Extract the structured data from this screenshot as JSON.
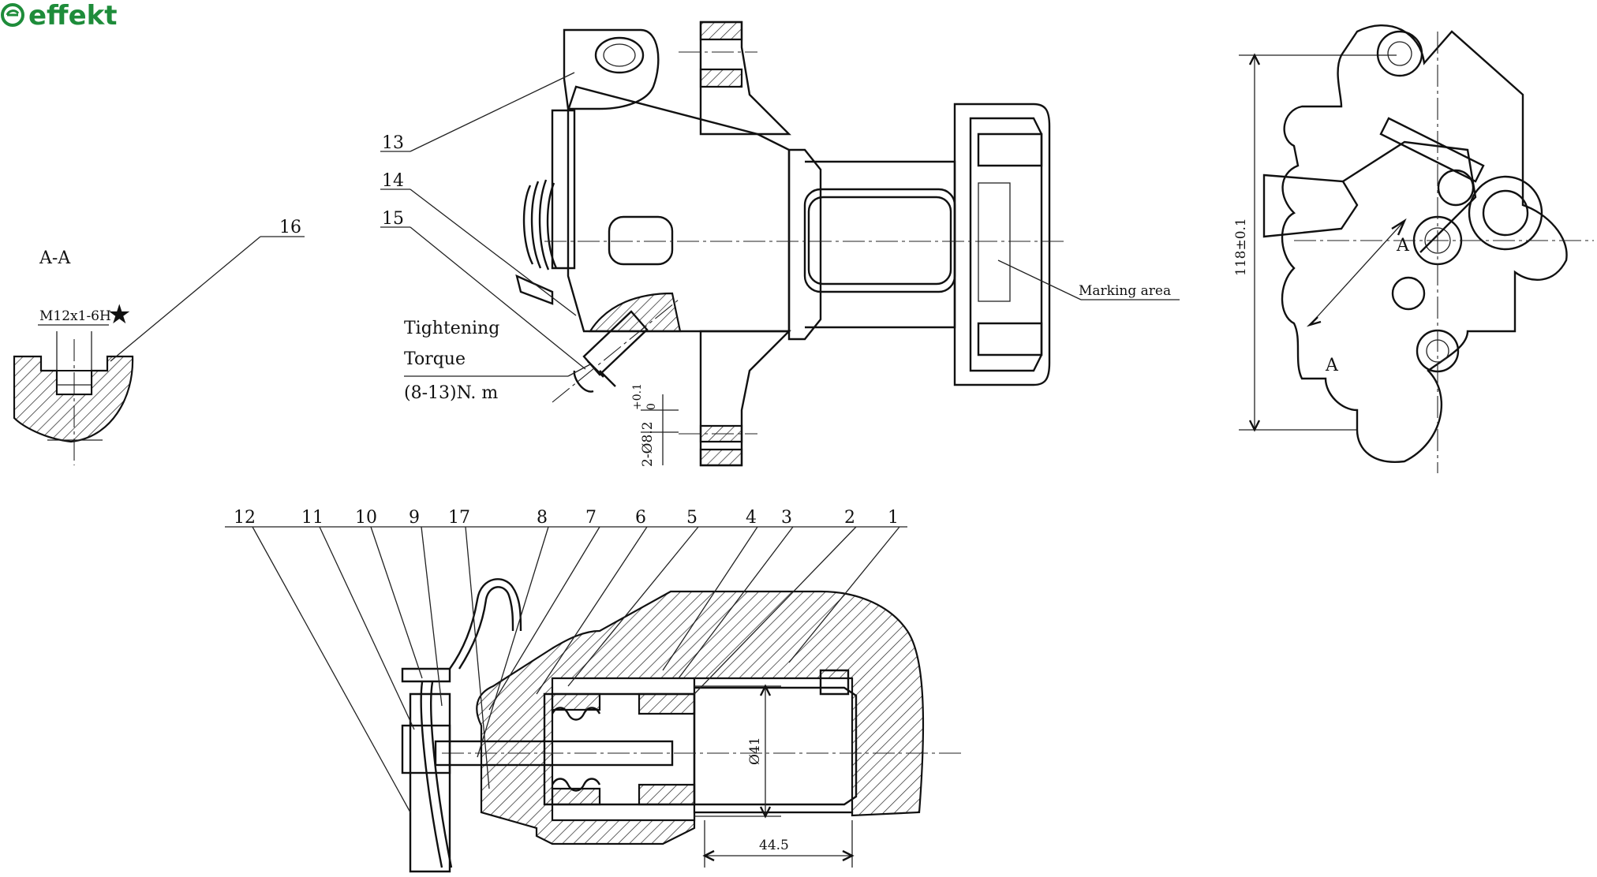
{
  "logo": {
    "text": "effekt",
    "color": "#1e8c3a"
  },
  "section_view": {
    "title": "A-A",
    "thread": "M12x1-6H"
  },
  "callouts": [
    "13",
    "14",
    "15",
    "16",
    "12",
    "11",
    "10",
    "9",
    "17",
    "8",
    "7",
    "6",
    "5",
    "4",
    "3",
    "2",
    "1"
  ],
  "tightening": {
    "line1": "Tightening",
    "line2": "Torque",
    "line3": "(8-13)N. m"
  },
  "marking_area": "Marking area",
  "hole_dim": {
    "main": "2-Ø8.2",
    "tol_upper": "+0.1",
    "tol_lower": "0"
  },
  "side_view": {
    "dimension": "118±0.1",
    "section_mark_1": "A",
    "section_mark_2": "A"
  },
  "bottom_view": {
    "diameter": "Ø41",
    "length": "44.5"
  }
}
